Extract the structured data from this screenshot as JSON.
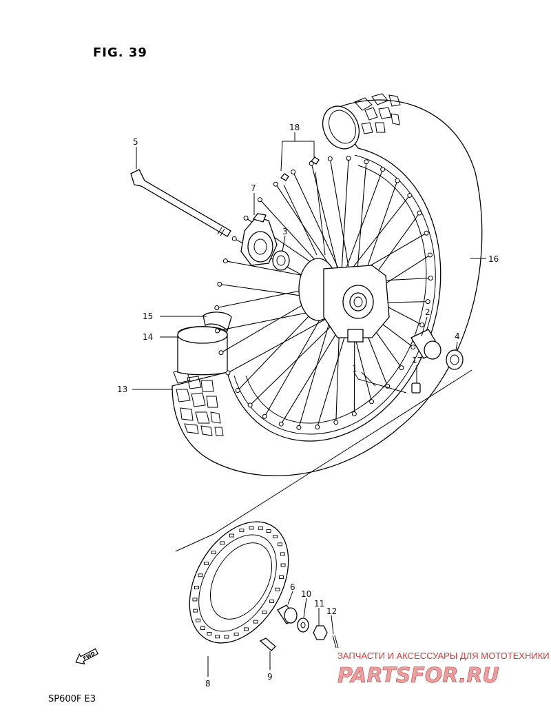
{
  "figure": {
    "title": "FIG. 39",
    "model_code": "SP600F  E3"
  },
  "fwd_arrow_label": "FWD",
  "watermark": {
    "tagline": "ЗАПЧАСТИ И АКСЕССУАРЫ ДЛЯ МОТОТЕХНИКИ",
    "brand": "PARTSFOR.RU"
  },
  "callouts": [
    "1",
    "2",
    "3",
    "4",
    "5",
    "6",
    "7",
    "8",
    "9",
    "10",
    "11",
    "12",
    "13",
    "14",
    "15",
    "16",
    "17",
    "18"
  ],
  "parts": {
    "axle": "5",
    "speedometer_gearbox": "7",
    "bearing_left": "3",
    "spoke_nipples": "18",
    "rim_tire_assembly": "16",
    "spacer": "2",
    "bearing_right": "4",
    "spoke_set": "1",
    "valve_cap": "17",
    "tire": "13",
    "tube": "14",
    "rim_band": "15",
    "brake_disc": "8",
    "disc_bolt": "9",
    "axle_nut_spacer": "6",
    "washer": "10",
    "axle_nut": "11",
    "cotter_pin": "12"
  }
}
